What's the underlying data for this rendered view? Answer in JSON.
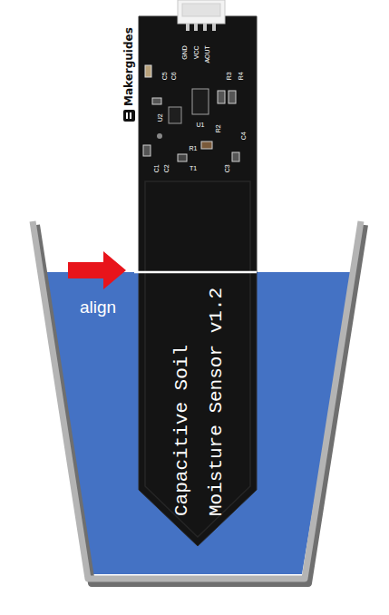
{
  "diagram": {
    "labels": [
      "Makerguides",
      "C5",
      "C6",
      "GND",
      "VCC",
      "AOUT",
      "R3",
      "R4",
      "U2",
      "U1",
      "R2",
      "R1",
      "C1",
      "C2",
      "T1",
      "C3",
      "C4",
      "Capacitive Soil Moisture Sensor v1.2",
      "align"
    ]
  }
}
